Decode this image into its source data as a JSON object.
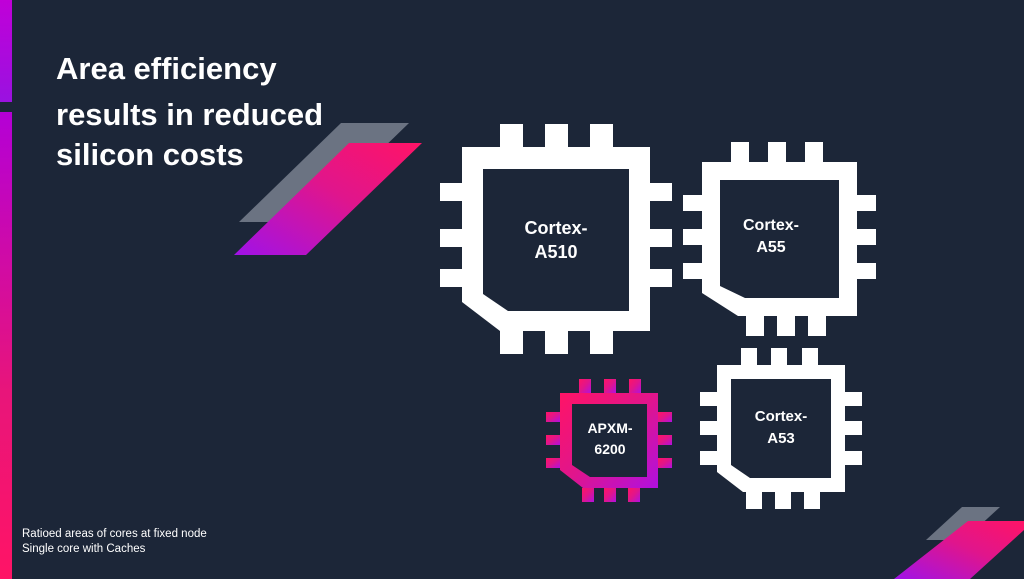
{
  "title": {
    "line1": "Area efficiency",
    "line2": "results in reduced",
    "line3": "silicon costs"
  },
  "chips": [
    {
      "label_line1": "Cortex-",
      "label_line2": "A510",
      "color": "#ffffff",
      "icon": "processor-chip-icon"
    },
    {
      "label_line1": "Cortex-",
      "label_line2": "A55",
      "color": "#ffffff",
      "icon": "processor-chip-icon"
    },
    {
      "label_line1": "APXM-",
      "label_line2": "6200",
      "color": "#e8157a",
      "icon": "processor-chip-icon"
    },
    {
      "label_line1": "Cortex-",
      "label_line2": "A53",
      "color": "#ffffff",
      "icon": "processor-chip-icon"
    }
  ],
  "footnote": {
    "line1": "Ratioed areas of cores at fixed node",
    "line2": "Single core with Caches"
  },
  "colors": {
    "background": "#1c2638",
    "accent_pink": "#ff1466",
    "accent_purple": "#a010e0",
    "accent_gray": "#6b7382"
  }
}
